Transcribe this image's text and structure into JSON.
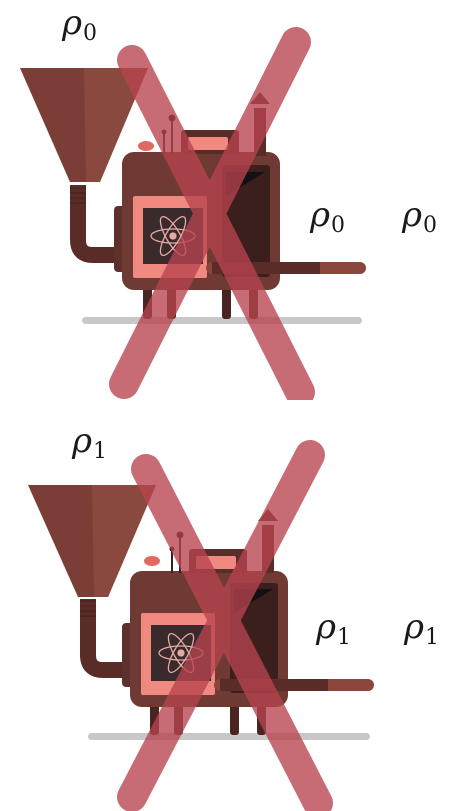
{
  "panels": [
    {
      "id": "top",
      "input_label": {
        "symbol": "ρ",
        "subscript": "0"
      },
      "output_labels": [
        {
          "symbol": "ρ",
          "subscript": "0"
        },
        {
          "symbol": "ρ",
          "subscript": "0"
        }
      ],
      "crossed_out": true
    },
    {
      "id": "bottom",
      "input_label": {
        "symbol": "ρ",
        "subscript": "1"
      },
      "output_labels": [
        {
          "symbol": "ρ",
          "subscript": "1"
        },
        {
          "symbol": "ρ",
          "subscript": "1"
        }
      ],
      "crossed_out": true
    }
  ],
  "colors": {
    "machine_body": "#6e3a33",
    "machine_dark": "#3a1f1c",
    "hopper": "#7a3e36",
    "window": "#f08a80",
    "cross": "#b8444f",
    "floor": "#c8c8c8"
  },
  "icons": [
    "funnel-hopper-icon",
    "atom-icon",
    "cross-out-icon"
  ]
}
